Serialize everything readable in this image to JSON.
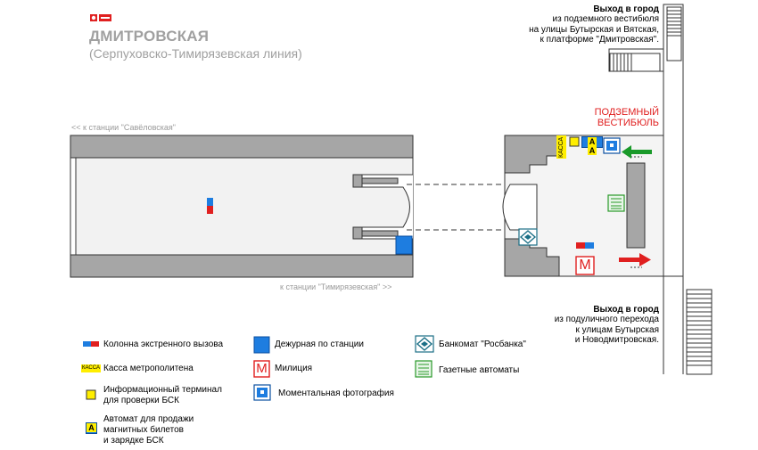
{
  "station": {
    "name": "ДМИТРОВСКАЯ",
    "line": "(Серпуховско-Тимирязевская линия)"
  },
  "directions": {
    "left": "<< к станции \"Савёловская\"",
    "right": "к станции \"Тимирязевская\" >>"
  },
  "vestibule": {
    "line1": "ПОДЗЕМНЫЙ",
    "line2": "ВЕСТИБЮЛЬ"
  },
  "exit_top": {
    "title": "Выход в город",
    "lines": [
      "из подземного вестибюля",
      "на улицы Бутырская и Вятская,",
      "к платформе \"Дмитровская\"."
    ]
  },
  "exit_bottom": {
    "title": "Выход в город",
    "lines": [
      "из подуличного перехода",
      "к улицам Бутырская",
      "и Новодмитровская."
    ]
  },
  "map_labels": {
    "kassa": "КАССА",
    "aa_letter": "A",
    "police_letter": "M"
  },
  "legend": {
    "emergency_column": "Колонна экстренного вызова",
    "kassa_tag": "КАССА",
    "kassa": "Касса метрополитена",
    "info_terminal_1": "Информационный терминал",
    "info_terminal_2": "для проверки БСК",
    "ticket_machine_letter": "A",
    "ticket_machine_1": "Автомат для продажи",
    "ticket_machine_2": "магнитных билетов",
    "ticket_machine_3": "и зарядке БСК",
    "duty": "Дежурная по станции",
    "police_letter": "M",
    "police": "Милиция",
    "photo": "Моментальная фотография",
    "atm": "Банкомат \"Росбанка\"",
    "newspaper": "Газетные автоматы"
  },
  "colors": {
    "wall": "#a6a6a6",
    "wall_stroke": "#333333",
    "duty_blue": "#1e7de0",
    "emergency_red": "#e02020",
    "emergency_blue": "#1e7de0",
    "police_red": "#e02020",
    "arrow_green": "#1a9a2a",
    "arrow_red": "#e02020",
    "terminal_yellow": "#ffee00",
    "newspaper_green": "#2a9a2a",
    "atm_teal": "#1b6f86"
  }
}
